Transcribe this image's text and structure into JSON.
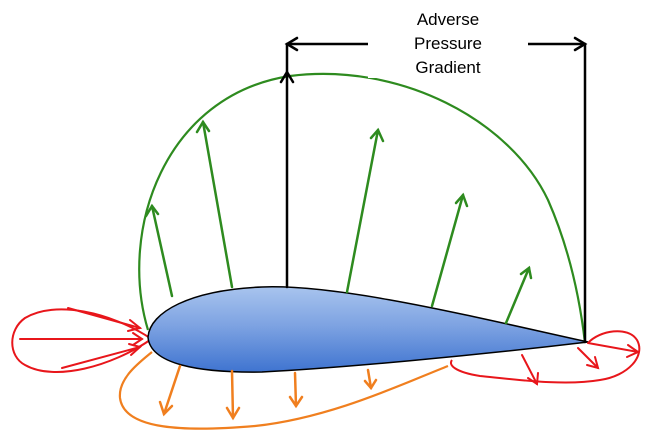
{
  "label": {
    "line1": "Adverse",
    "line2": "Pressure",
    "line3": "Gradient"
  },
  "colors": {
    "suction_envelope": "#2e8b1f",
    "pressure_envelope": "#f07f1f",
    "stagnation_arrows": "#e8161b",
    "airfoil_fill_top": "#a8c4ee",
    "airfoil_fill_bottom": "#3f74d0",
    "annotation": "#000000"
  },
  "icons": {
    "arrowhead": "open-chevron-arrowhead"
  }
}
